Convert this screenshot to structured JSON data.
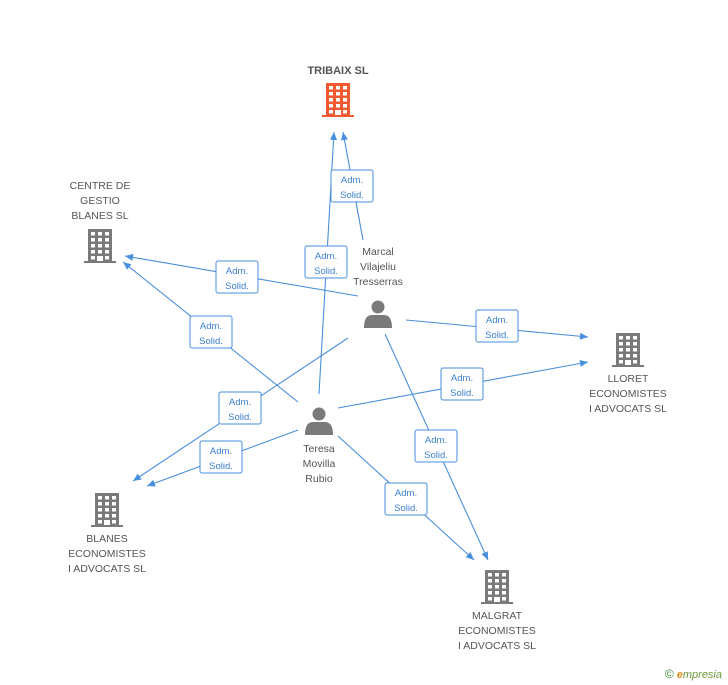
{
  "nodes": {
    "tribaix": {
      "label_lines": [
        "TRIBAIX SL"
      ],
      "type": "company",
      "highlight": true
    },
    "centre": {
      "label_lines": [
        "CENTRE DE",
        "GESTIO",
        "BLANES SL"
      ],
      "type": "company"
    },
    "lloret": {
      "label_lines": [
        "LLORET",
        "ECONOMISTES",
        "I ADVOCATS SL"
      ],
      "type": "company"
    },
    "blanes": {
      "label_lines": [
        "BLANES",
        "ECONOMISTES",
        "I ADVOCATS SL"
      ],
      "type": "company"
    },
    "malgrat": {
      "label_lines": [
        "MALGRAT",
        "ECONOMISTES",
        "I ADVOCATS SL"
      ],
      "type": "company"
    },
    "marcal": {
      "label_lines": [
        "Marcal",
        "Vilajeliu",
        "Tresserras"
      ],
      "type": "person"
    },
    "teresa": {
      "label_lines": [
        "Teresa",
        "Movilla",
        "Rubio"
      ],
      "type": "person"
    }
  },
  "edge_label": [
    "Adm.",
    "Solid."
  ],
  "edges": [
    {
      "from": "marcal",
      "to": "tribaix"
    },
    {
      "from": "teresa",
      "to": "tribaix"
    },
    {
      "from": "marcal",
      "to": "centre"
    },
    {
      "from": "teresa",
      "to": "centre"
    },
    {
      "from": "marcal",
      "to": "lloret"
    },
    {
      "from": "teresa",
      "to": "lloret"
    },
    {
      "from": "marcal",
      "to": "blanes"
    },
    {
      "from": "teresa",
      "to": "blanes"
    },
    {
      "from": "marcal",
      "to": "malgrat"
    },
    {
      "from": "teresa",
      "to": "malgrat"
    }
  ],
  "colors": {
    "highlight_company": "#f15a30",
    "company": "#7a7a7a",
    "person": "#7a7a7a",
    "edge": "#4a8fdc"
  },
  "footer": {
    "copyright": "©",
    "brand_initial": "e",
    "brand_rest": "mpresia"
  }
}
